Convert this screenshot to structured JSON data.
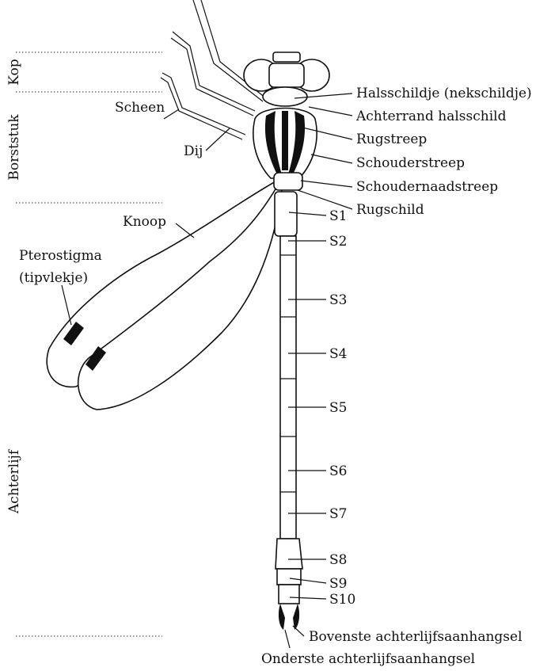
{
  "regions": {
    "head": "Kop",
    "thorax": "Borststuk",
    "abdomen": "Achterlijf"
  },
  "labels": {
    "prothorax": "Halsschildje (nekschildje)",
    "prothorax_rim": "Achterrand halsschild",
    "dorsal_stripe": "Rugstreep",
    "shoulder_stripe": "Schouderstreep",
    "humeral_suture_stripe": "Schoudernaadstreep",
    "tergum": "Rugschild",
    "tibia": "Scheen",
    "femur": "Dij",
    "node": "Knoop",
    "pterostigma_line1": "Pterostigma",
    "pterostigma_line2": "(tipvlekje)",
    "upper_appendage": "Bovenste achterlijfsaanhangsel",
    "lower_appendage": "Onderste achterlijfsaanhangsel"
  },
  "segments": [
    "S1",
    "S2",
    "S3",
    "S4",
    "S5",
    "S6",
    "S7",
    "S8",
    "S9",
    "S10"
  ]
}
